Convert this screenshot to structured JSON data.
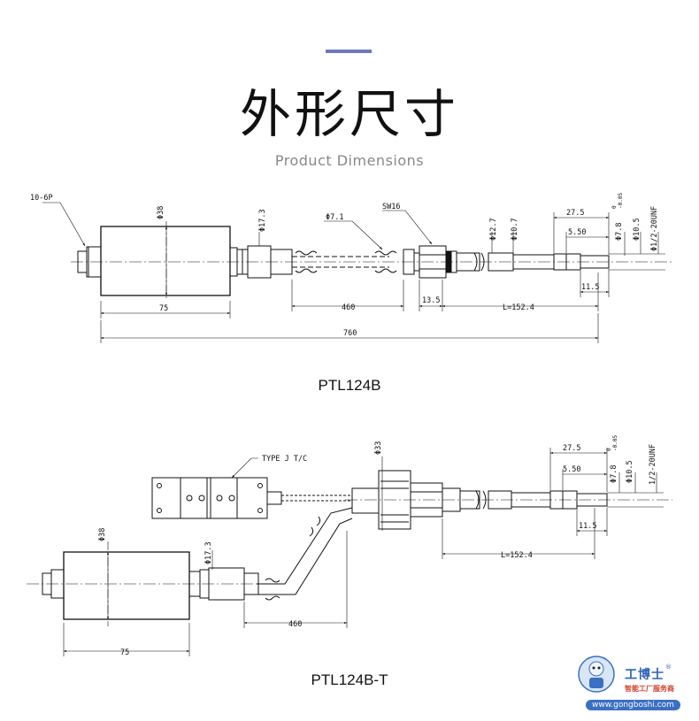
{
  "header": {
    "title": "外形尺寸",
    "subtitle": "Product Dimensions"
  },
  "drawing1": {
    "caption": "PTL124B",
    "labels": {
      "connector": "10-6P",
      "dia38": "Φ38",
      "dia17_3": "Φ17.3",
      "dia7_1": "Φ7.1",
      "sw16": "SW16",
      "dia12_7": "Φ12.7",
      "dia10_7": "Φ10.7",
      "d27_5": "27.5",
      "d5_50": "5.50",
      "dia7_8": "Φ7.8",
      "tol_upper": "0",
      "tol_lower": "-0.05",
      "dia10_5": "Φ10.5",
      "thread": "Φ1/2-20UNF",
      "d11_5": "11.5",
      "d75": "75",
      "d460": "460",
      "d13_5": "13.5",
      "len": "L=152.4",
      "d760": "760"
    }
  },
  "drawing2": {
    "caption": "PTL124B-T",
    "labels": {
      "tc": "TYPE J T/C",
      "dia33": "Φ33",
      "d27_5": "27.5",
      "d5_50": "5.50",
      "dia7_8": "Φ7.8",
      "tol_upper": "0",
      "tol_lower": "-0.05",
      "dia10_5": "Φ10.5",
      "thread": "1/2-20UNF",
      "d11_5": "11.5",
      "len": "L=152.4",
      "dia38": "Φ38",
      "dia17_3": "Φ17.3",
      "d460": "460",
      "d75": "75"
    }
  },
  "watermark": {
    "name": "工博士",
    "tagline": "智能工厂服务商",
    "url": "www.gongboshi.com",
    "reg": "®"
  }
}
